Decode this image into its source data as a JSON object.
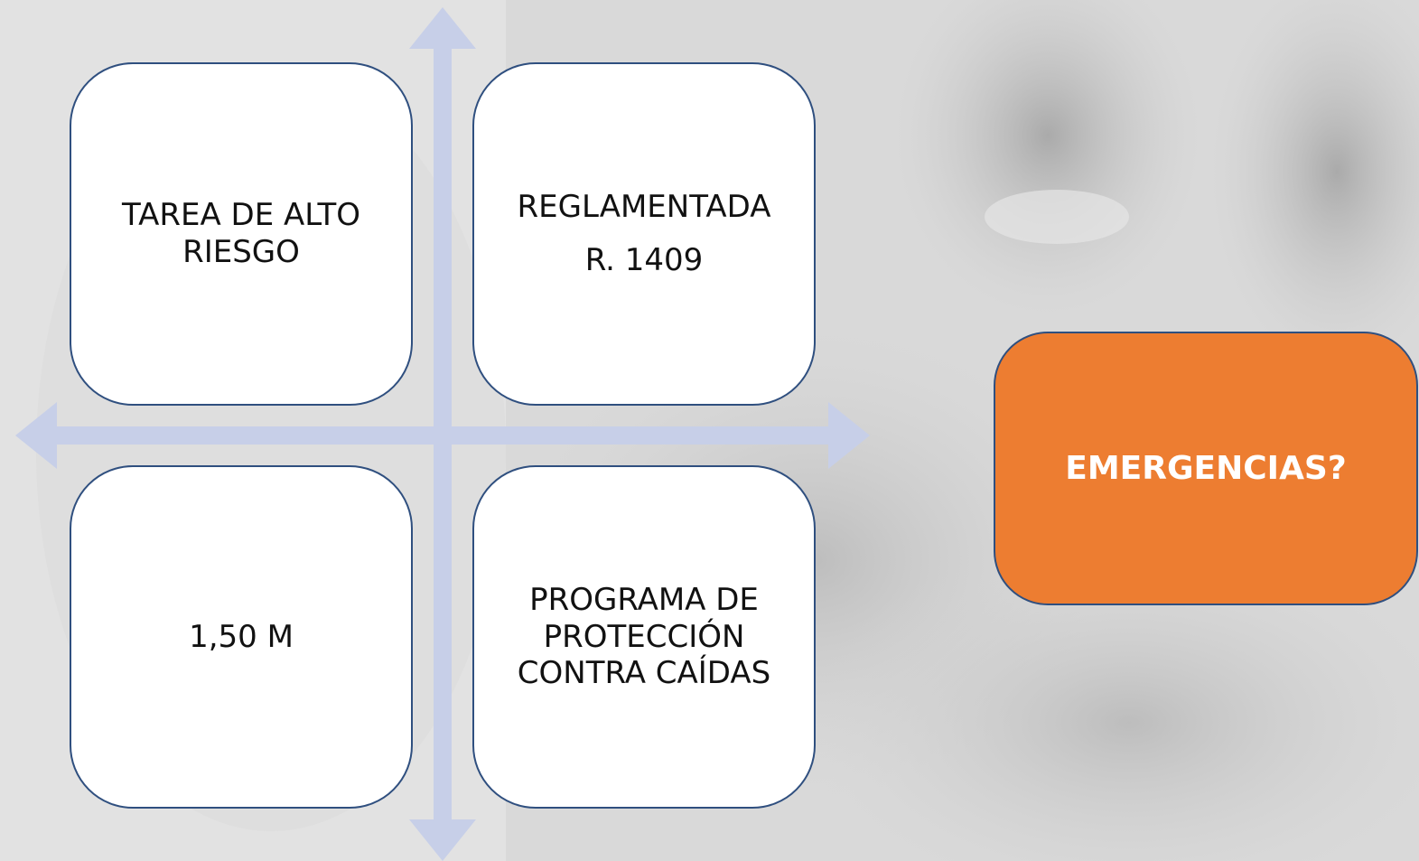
{
  "colors": {
    "arrow": "#c7cfe8",
    "box_border": "#2f4f7f",
    "box_fill": "#ffffff",
    "highlight_fill": "#ed7d31",
    "highlight_text": "#ffffff"
  },
  "diagram": {
    "top_left": {
      "line1": "TAREA DE ALTO",
      "line2": "RIESGO"
    },
    "top_right": {
      "line1": "REGLAMENTADA",
      "line2": "R. 1409"
    },
    "bottom_left": {
      "line1": "1,50 M"
    },
    "bottom_right": {
      "line1": "PROGRAMA DE",
      "line2": "PROTECCIÓN",
      "line3": "CONTRA CAÍDAS"
    },
    "side_box": {
      "label": "EMERGENCIAS?"
    }
  }
}
